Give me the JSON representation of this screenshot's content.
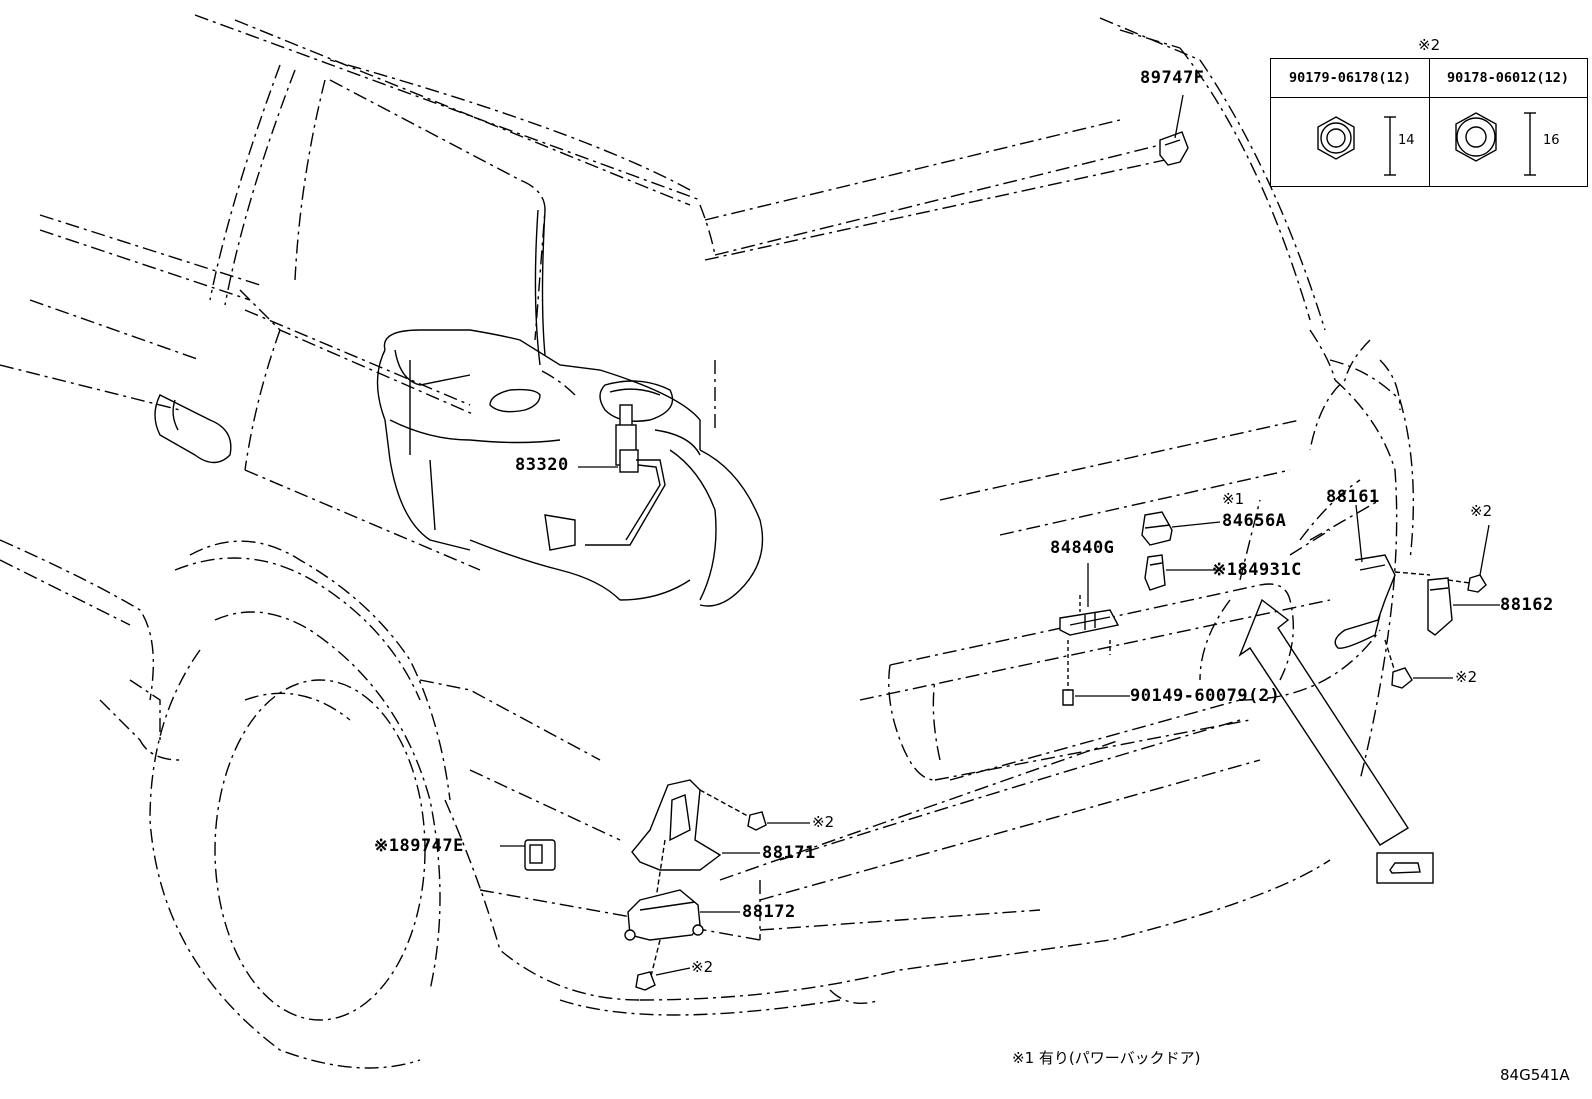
{
  "diagram_id": "84G541A",
  "footnote": "※1 有り(パワーバックドア)",
  "table": {
    "marker": "※2",
    "columns": [
      {
        "part": "90179-06178(12)",
        "size": "14"
      },
      {
        "part": "90178-06012(12)",
        "size": "16"
      }
    ]
  },
  "callouts": {
    "p89747F": "89747F",
    "p83320": "83320",
    "p84656A_mark": "※1",
    "p84656A": "84656A",
    "p84840G": "84840G",
    "p84931C": "※184931C",
    "p88161": "88161",
    "p88162": "88162",
    "p88162_nut_mark": "※2",
    "p88161_nut_mark": "※2",
    "p90149": "90149-60079(2)",
    "p89747E": "※189747E",
    "p88171_nut_mark": "※2",
    "p88171": "88171",
    "p88172": "88172",
    "p88172_nut_mark": "※2"
  }
}
